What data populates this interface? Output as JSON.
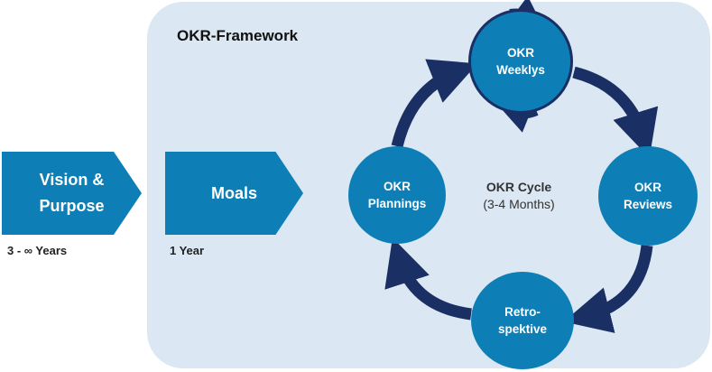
{
  "framework": {
    "title": "OKR-Framework"
  },
  "vision": {
    "line1": "Vision &",
    "line2": "Purpose",
    "duration": "3 - ∞ Years"
  },
  "moals": {
    "label": "Moals",
    "duration": "1 Year"
  },
  "cycle": {
    "title": "OKR Cycle",
    "subtitle": "(3-4 Months)",
    "plannings": {
      "line1": "OKR",
      "line2": "Plannings"
    },
    "weeklys": {
      "line1": "OKR",
      "line2": "Weeklys"
    },
    "reviews": {
      "line1": "OKR",
      "line2": "Reviews"
    },
    "retro": {
      "line1": "Retro-",
      "line2": "spektive"
    }
  },
  "colors": {
    "panel": "#dbe7f2",
    "node": "#0e7fb6",
    "arrow": "#1a2f63"
  }
}
